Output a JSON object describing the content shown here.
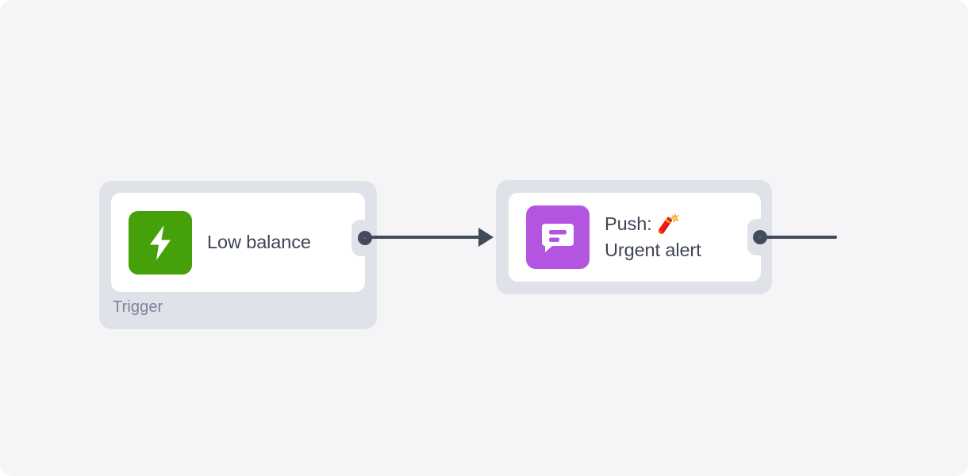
{
  "canvas": {
    "background_color": "#f5f5f7",
    "page_background_color": "#ffffff"
  },
  "nodes": [
    {
      "id": "trigger-low-balance",
      "title": "Low balance",
      "group_label": "Trigger",
      "icon_name": "lightning-bolt-icon",
      "icon_background_color": "#45a009",
      "icon_glyph_color": "#ffffff",
      "frame_color": "#dfe3e9",
      "card_color": "#ffffff",
      "title_color": "#3e4554",
      "label_color": "#7b8496",
      "output_port_name": "output-port"
    },
    {
      "id": "action-push-urgent-alert",
      "title": "Push: 🧨\nUrgent alert",
      "title_line_1": "Push: 🧨",
      "title_line_2": "Urgent alert",
      "emoji": "🧨",
      "icon_name": "chat-bubble-icon",
      "icon_background_color": "#b355e0",
      "icon_glyph_color": "#ffffff",
      "frame_color": "#dfe3e9",
      "card_color": "#ffffff",
      "title_color": "#3e4554",
      "input_port_name": "input-port",
      "output_port_name": "output-port"
    }
  ],
  "edges": [
    {
      "id": "edge-trigger-to-push",
      "from": "trigger-low-balance",
      "to": "action-push-urgent-alert",
      "color": "#434a59",
      "has_arrowhead": true
    },
    {
      "id": "edge-push-to-next",
      "from": "action-push-urgent-alert",
      "to": "",
      "color": "#434a59",
      "has_arrowhead": false
    }
  ]
}
